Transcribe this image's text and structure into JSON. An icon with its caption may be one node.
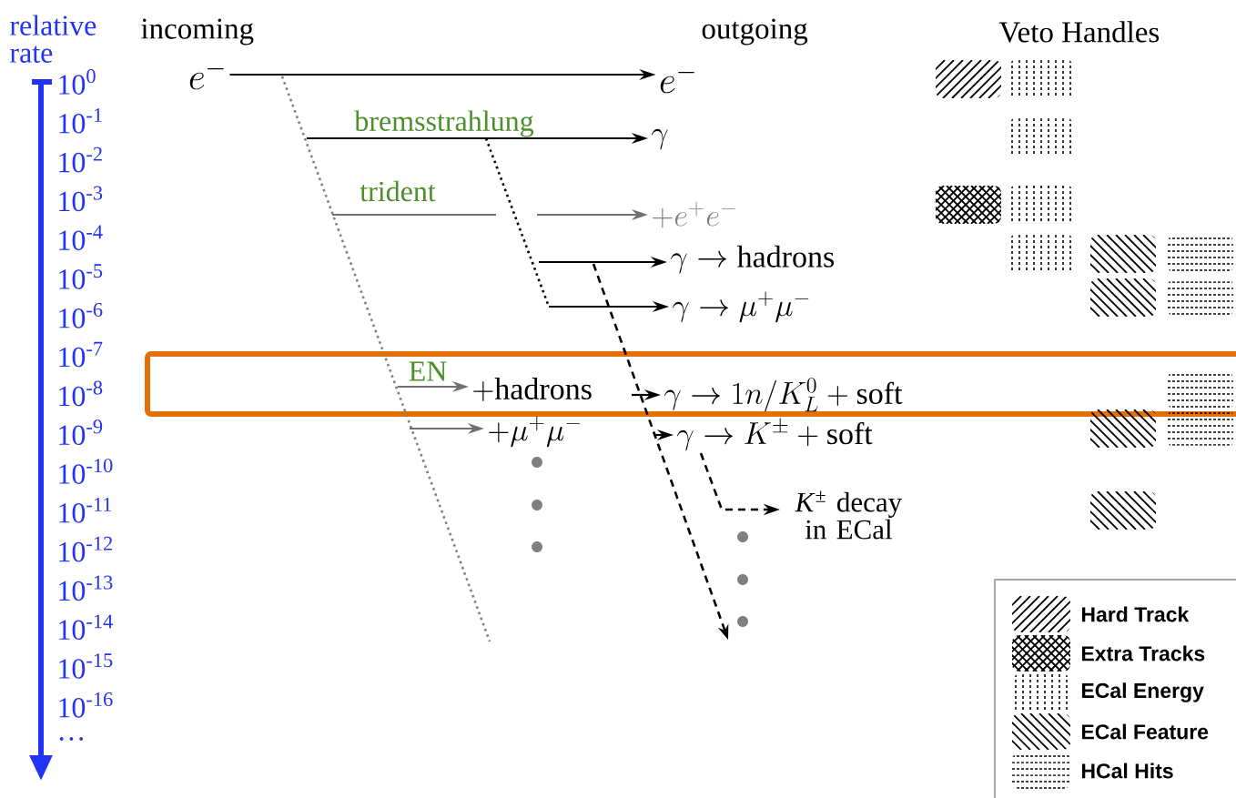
{
  "diagram": {
    "nodes": [
      {
        "text": [
          "e^{-}"
        ]
      },
      {
        "text": [
          "e^{-}"
        ]
      },
      {
        "text": [
          "\\gamma"
        ]
      },
      {
        "text": [
          "+e^{+}e^{-}"
        ]
      },
      {
        "text": [
          "\\gamma \\to \\mathrm{hadrons}"
        ]
      },
      {
        "text": [
          "\\gamma \\to \\mu^{+}\\mu^{-}"
        ]
      },
      {
        "text": [
          "+\\mathrm{hadrons}"
        ]
      },
      {
        "text": [
          "+\\mu^{+}\\mu^{-}"
        ]
      },
      {
        "text": [
          "\\gamma \\to 1n/K_{L}^{0} + \\mathrm{soft}"
        ]
      },
      {
        "text": [
          "\\gamma \\to K^{\\pm} + \\mathrm{soft}"
        ]
      },
      {
        "text": [
          "*K*$^{±}$ decay in ECal"
        ]
      }
    ],
    "edges": [
      {
        "from": 0,
        "to": 1,
        "arrow": "to"
      },
      {
        "from": null,
        "to": 2,
        "arrow": "to",
        "label": "bremsstrahlung"
      },
      {
        "from": null,
        "to": 3,
        "arrow": "to",
        "label": "trident",
        "color": "#707070"
      },
      {
        "from": null,
        "to": 4,
        "arrow": "to"
      },
      {
        "from": null,
        "to": 5,
        "arrow": "to"
      },
      {
        "from": null,
        "to": 6,
        "arrow": "to",
        "label": "EN",
        "color": "#707070"
      },
      {
        "from": null,
        "to": 7,
        "arrow": "to",
        "color": "#707070"
      },
      {
        "from": null,
        "to": 8,
        "arrow": "to"
      },
      {
        "from": null,
        "to": 9,
        "arrow": "to"
      },
      {
        "from": 9,
        "to": 10,
        "arrow": "to",
        "style": "dashed"
      }
    ],
    "labels": [
      "relative rate",
      "incoming",
      "outgoing",
      "Veto Handles",
      "10$^{0}$",
      "10$^{-1}$",
      "10$^{-2}$",
      "10$^{-3}$",
      "10$^{-4}$",
      "10$^{-5}$",
      "10$^{-6}$",
      "10$^{-7}$",
      "10$^{-8}$",
      "10$^{-9}$",
      "10$^{-10}$",
      "10$^{-11}$",
      "10$^{-12}$",
      "10$^{-13}$",
      "10$^{-14}$",
      "10$^{-15}$",
      "10$^{-16}$",
      "…"
    ],
    "legend": [
      {
        "text": "Hard Track"
      },
      {
        "text": "Extra Tracks"
      },
      {
        "text": "ECal Energy"
      },
      {
        "text": "ECal Feature"
      },
      {
        "text": "HCal Hits"
      }
    ]
  }
}
